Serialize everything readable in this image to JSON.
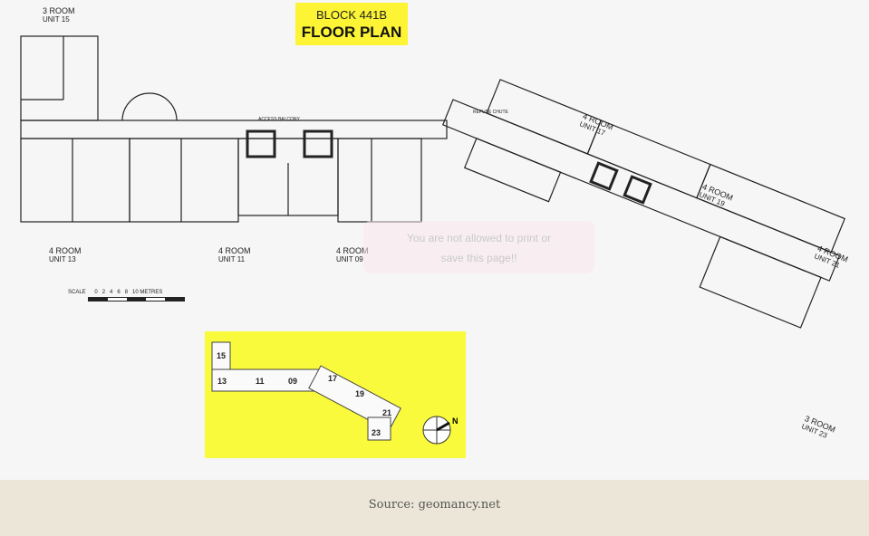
{
  "title": {
    "block": "BLOCK 441B",
    "subtitle": "FLOOR PLAN"
  },
  "units": [
    {
      "type": "3 ROOM",
      "unit": "UNIT 15"
    },
    {
      "type": "4 ROOM",
      "unit": "UNIT 13"
    },
    {
      "type": "4 ROOM",
      "unit": "UNIT 11"
    },
    {
      "type": "4 ROOM",
      "unit": "UNIT 09"
    },
    {
      "type": "4 ROOM",
      "unit": "UNIT 17"
    },
    {
      "type": "4 ROOM",
      "unit": "UNIT 19"
    },
    {
      "type": "4 ROOM",
      "unit": "UNIT 21"
    },
    {
      "type": "3 ROOM",
      "unit": "UNIT 23"
    }
  ],
  "plan_labels": {
    "access_balcony": "ACCESS BALCONY",
    "refuse_chute": "REFUSE CHUTE"
  },
  "scale": {
    "label": "SCALE",
    "ticks": "0   2   4   6   8   10 METRES"
  },
  "keyplan": {
    "units": [
      "15",
      "13",
      "11",
      "09",
      "17",
      "19",
      "21",
      "23"
    ],
    "north": "N"
  },
  "toast": {
    "line1": "You are not allowed to print or",
    "line2": "save this page!!"
  },
  "footer": {
    "source": "Source: geomancy.net"
  },
  "colors": {
    "highlight": "#fcf434",
    "footer_bg": "#ebe6d8"
  }
}
